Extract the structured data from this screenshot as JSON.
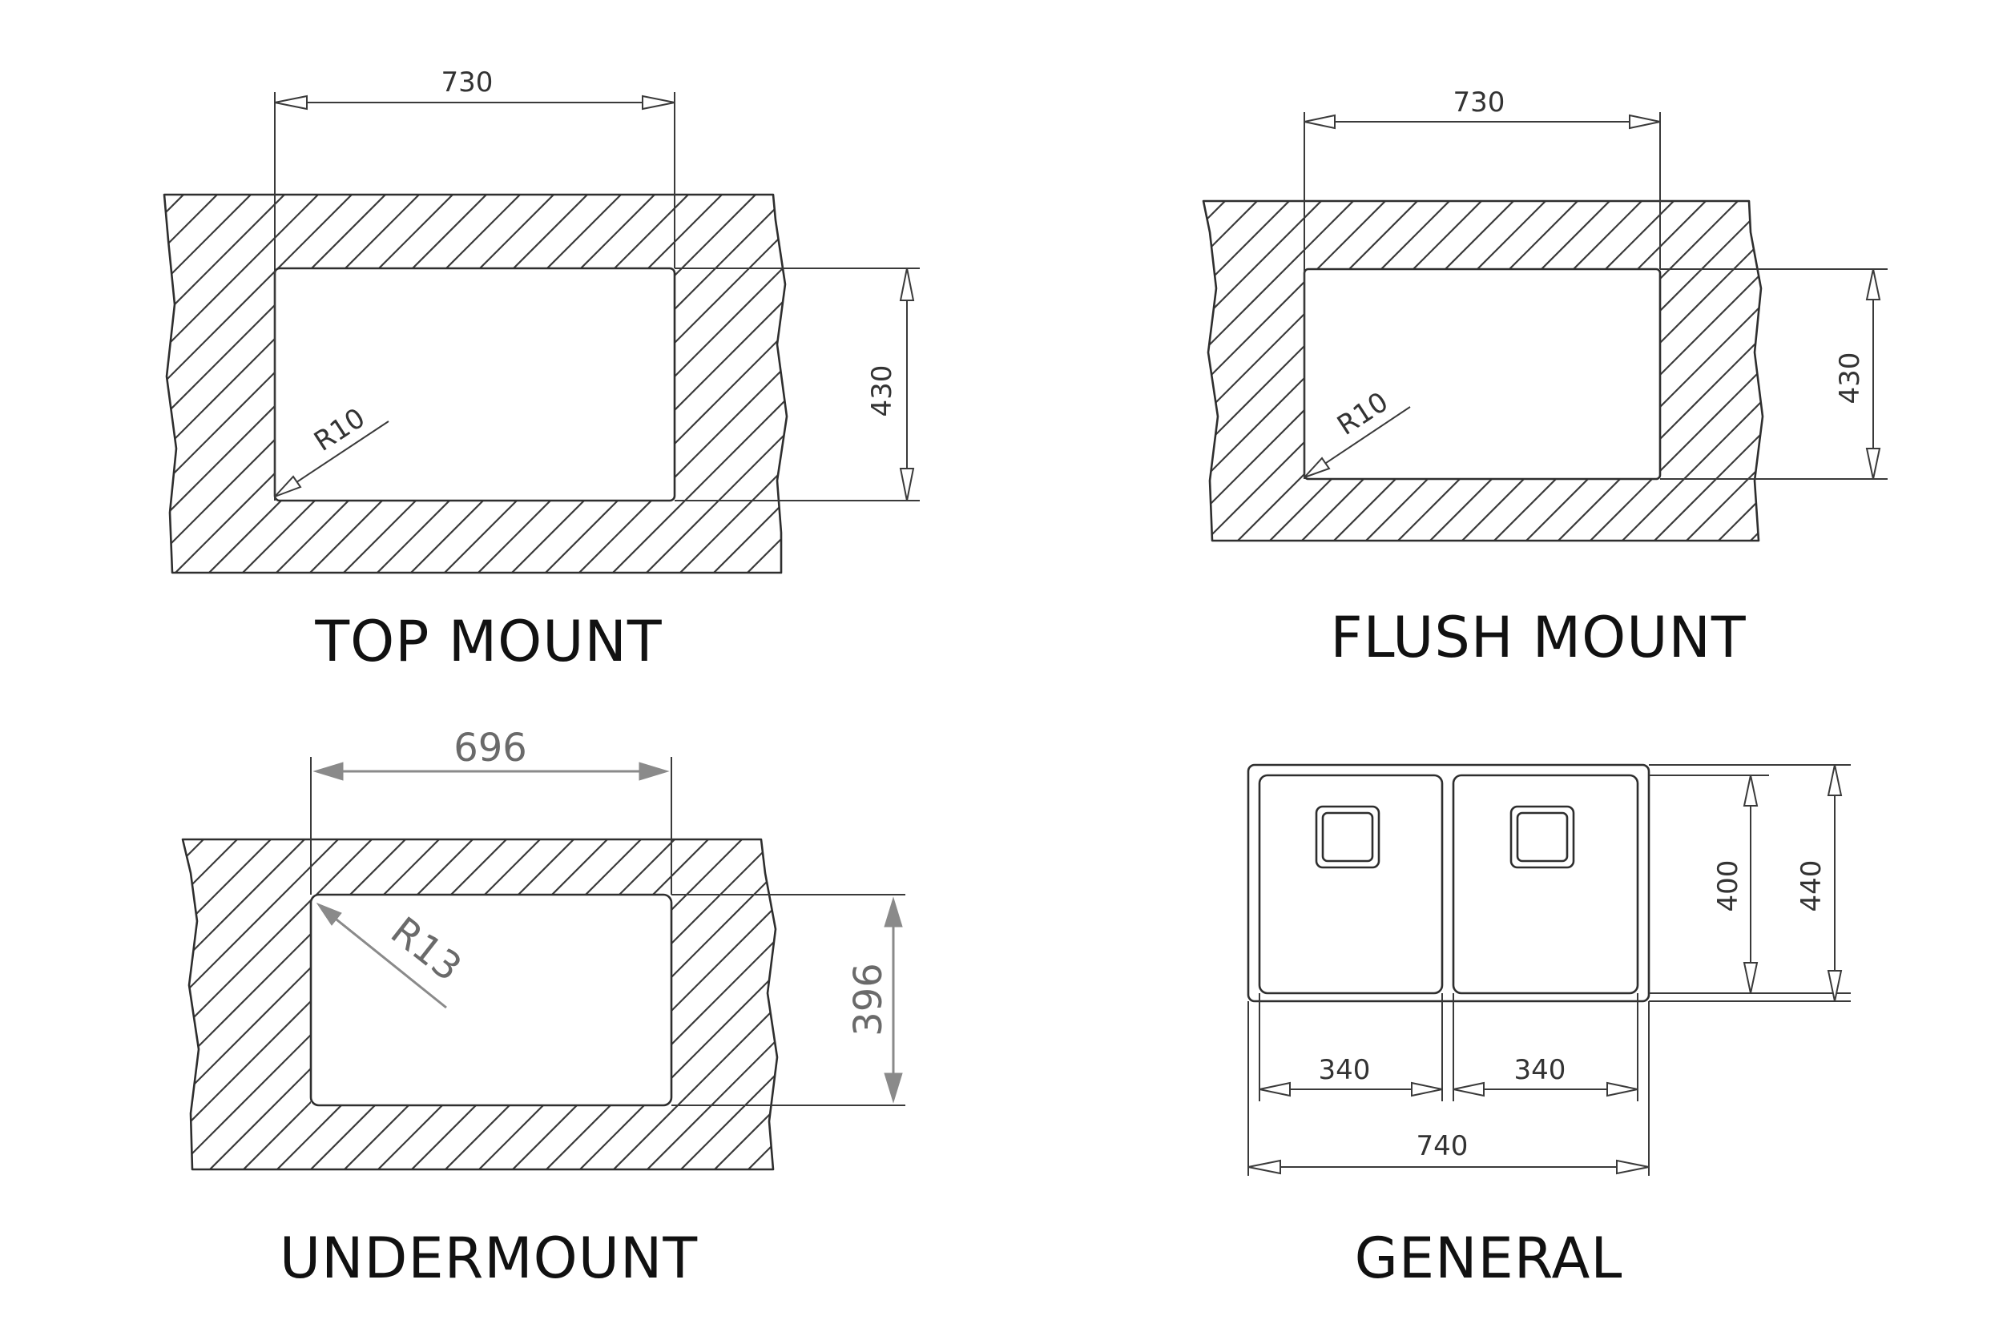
{
  "diagrams": {
    "top_mount": {
      "caption": "TOP MOUNT",
      "width_label": "730",
      "height_label": "430",
      "radius_label": "R10"
    },
    "flush_mount": {
      "caption": "FLUSH MOUNT",
      "width_label": "730",
      "height_label": "430",
      "radius_label": "R10"
    },
    "undermount": {
      "caption": "UNDERMOUNT",
      "width_label": "696",
      "height_label": "396",
      "radius_label": "R13"
    },
    "general": {
      "caption": "GENERAL",
      "bowl_width_left_label": "340",
      "bowl_width_right_label": "340",
      "total_width_label": "740",
      "bowl_height_label": "400",
      "total_height_label": "440"
    }
  },
  "colors": {
    "line": "#3a3a3a",
    "grey_dimension": "#8a8a8a",
    "caption": "#111111",
    "background": "#ffffff"
  }
}
